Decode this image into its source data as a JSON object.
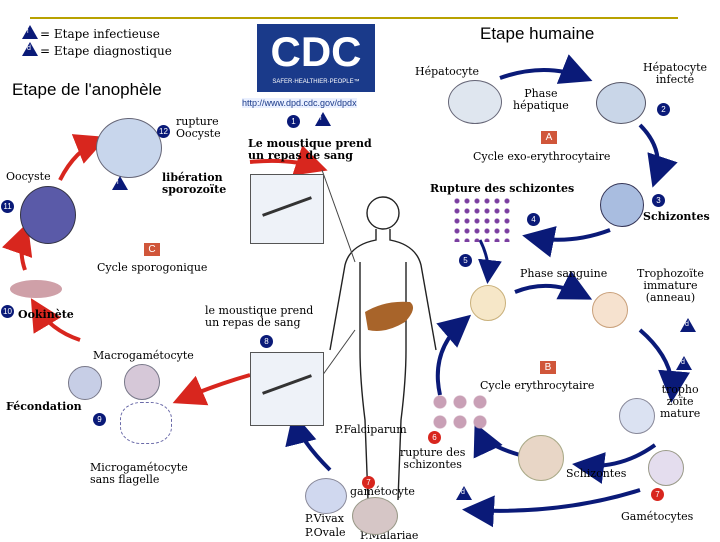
{
  "legend": {
    "infective_label": "Etape infectieuse",
    "diagnostic_label": "Etape diagnostique",
    "infective_symbol": "i",
    "diagnostic_symbol": "d"
  },
  "logo": {
    "text": "CDC",
    "tagline": "SAFER·HEALTHIER·PEOPLE™",
    "url": "http://www.dpd.cdc.gov/dpdx"
  },
  "titles": {
    "anopheles_stage": "Etape de l'anophèle",
    "human_stage": "Etape humaine"
  },
  "stages": {
    "A": "A",
    "B": "B",
    "C": "C"
  },
  "labels": {
    "hepatocyte": "Hépatocyte",
    "infected_hepatocyte_1": "Hépatocyte",
    "infected_hepatocyte_2": "infecté",
    "hepatic_phase_1": "Phase",
    "hepatic_phase_2": "hépatique",
    "exo_cycle": "Cycle exo-erythrocytaire",
    "schizont_rupture": "Rupture des schizontes",
    "schizontes": "Schizontes",
    "blood_phase": "Phase sanguine",
    "trophozoite_immature_1": "Trophozoïte",
    "trophozoite_immature_2": "immature",
    "trophozoite_immature_3": "(anneau)",
    "erythro_cycle": "Cycle erythrocytaire",
    "trophozoite_mature_1": "tropho",
    "trophozoite_mature_2": "zoïte",
    "trophozoite_mature_3": "mature",
    "schizontes_lower": "Schizontes",
    "gametocytes": "Gamétocytes",
    "p_falciparum": "P.Falciparum",
    "rupture_schizontes_1": "rupture des",
    "rupture_schizontes_2": "schizontes",
    "gametocyte": "gamétocyte",
    "p_vivax": "P.Vivax",
    "p_ovale": "P.Ovale",
    "p_malariae": "P.Malariae",
    "mosquito_meal_1_a": "Le moustique prend",
    "mosquito_meal_1_b": "un repas de sang",
    "mosquito_meal_2_a": "le moustique prend",
    "mosquito_meal_2_b": "un repas de sang",
    "oocyst_rupture_1": "rupture",
    "oocyst_rupture_2": "Oocyste",
    "sporozoite_release_1": "libération",
    "sporozoite_release_2": "sporozoïte",
    "oocyste": "Oocyste",
    "sporogonic_cycle": "Cycle sporogonique",
    "ookinete": "Ookinète",
    "macrogametocyte": "Macrogamétocyte",
    "fecondation": "Fécondation",
    "microgametocyte_1": "Microgamétocyte",
    "microgametocyte_2": "sans flagelle"
  },
  "steps": [
    "1",
    "2",
    "3",
    "4",
    "5",
    "6",
    "7",
    "8",
    "9",
    "10",
    "11",
    "12",
    "7"
  ],
  "colors": {
    "human_cycle_arrow": "#0a1a78",
    "mosquito_cycle_arrow": "#d8261e",
    "badge": "#0a1a78",
    "stage_box": "#d0563a",
    "header_rule": "#b8a100",
    "liver": "#a8642a"
  }
}
